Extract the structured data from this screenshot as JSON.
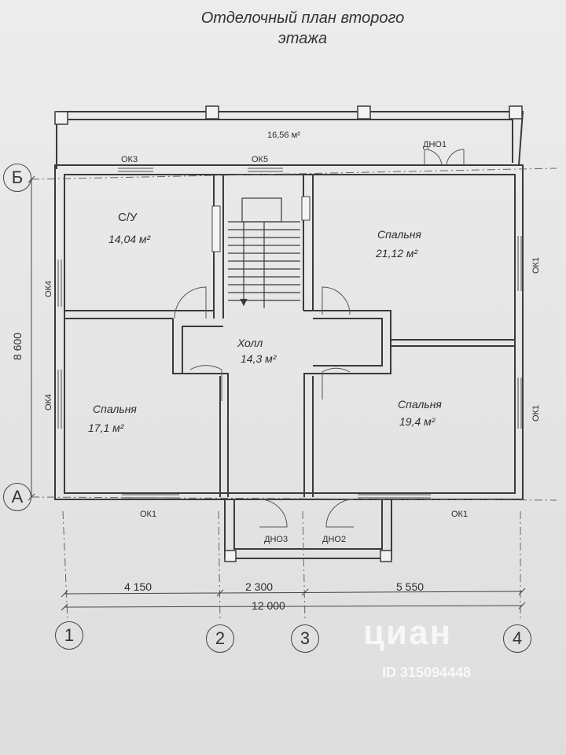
{
  "title": {
    "line1": "Отделочный план второго",
    "line2": "этажа"
  },
  "rooms": {
    "balcony_area": "16,56 м²",
    "bath_name": "С/У",
    "bath_area": "14,04 м²",
    "bed_ne_name": "Спальня",
    "bed_ne_area": "21,12 м²",
    "hall_name": "Холл",
    "hall_area": "14,3 м²",
    "bed_w_name": "Спальня",
    "bed_w_area": "17,1 м²",
    "bed_se_name": "Спальня",
    "bed_se_area": "19,4 м²"
  },
  "openings": {
    "ok3": "ОК3",
    "ok5": "ОК5",
    "dno1": "ДНО1",
    "ok1_right_top": "ОК1",
    "ok1_right_bottom": "ОК1",
    "ok4_left_top": "ОК4",
    "ok4_left_bottom": "ОК4",
    "ok1_bottom_left": "ОК1",
    "ok1_bottom_right": "ОК1",
    "dno3": "ДНО3",
    "dno2": "ДНО2"
  },
  "dimensions": {
    "height": "8 600",
    "seg1": "4 150",
    "seg2": "2 300",
    "seg3": "5 550",
    "total": "12 000"
  },
  "axes": {
    "b": "Б",
    "a": "А",
    "n1": "1",
    "n2": "2",
    "n3": "3",
    "n4": "4"
  },
  "watermark": {
    "brand": "циан",
    "id": "ID 315094448"
  }
}
